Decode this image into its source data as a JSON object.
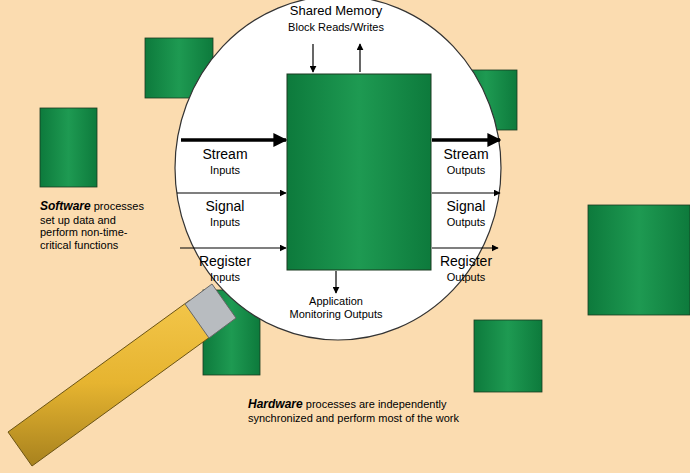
{
  "diagram": {
    "labels": [
      "Shared Memory",
      "Block Reads/Writes",
      "Stream",
      "Inputs",
      "Signal",
      "Inputs",
      "Register",
      "Inputs",
      "Stream",
      "Outputs",
      "Signal",
      "Outputs",
      "Register",
      "Outputs",
      "Application Monitoring Outputs",
      "Software processes set up data and perform non-time-critical functions",
      "Hardware processes are independently synchronized and perform most of the work"
    ]
  }
}
